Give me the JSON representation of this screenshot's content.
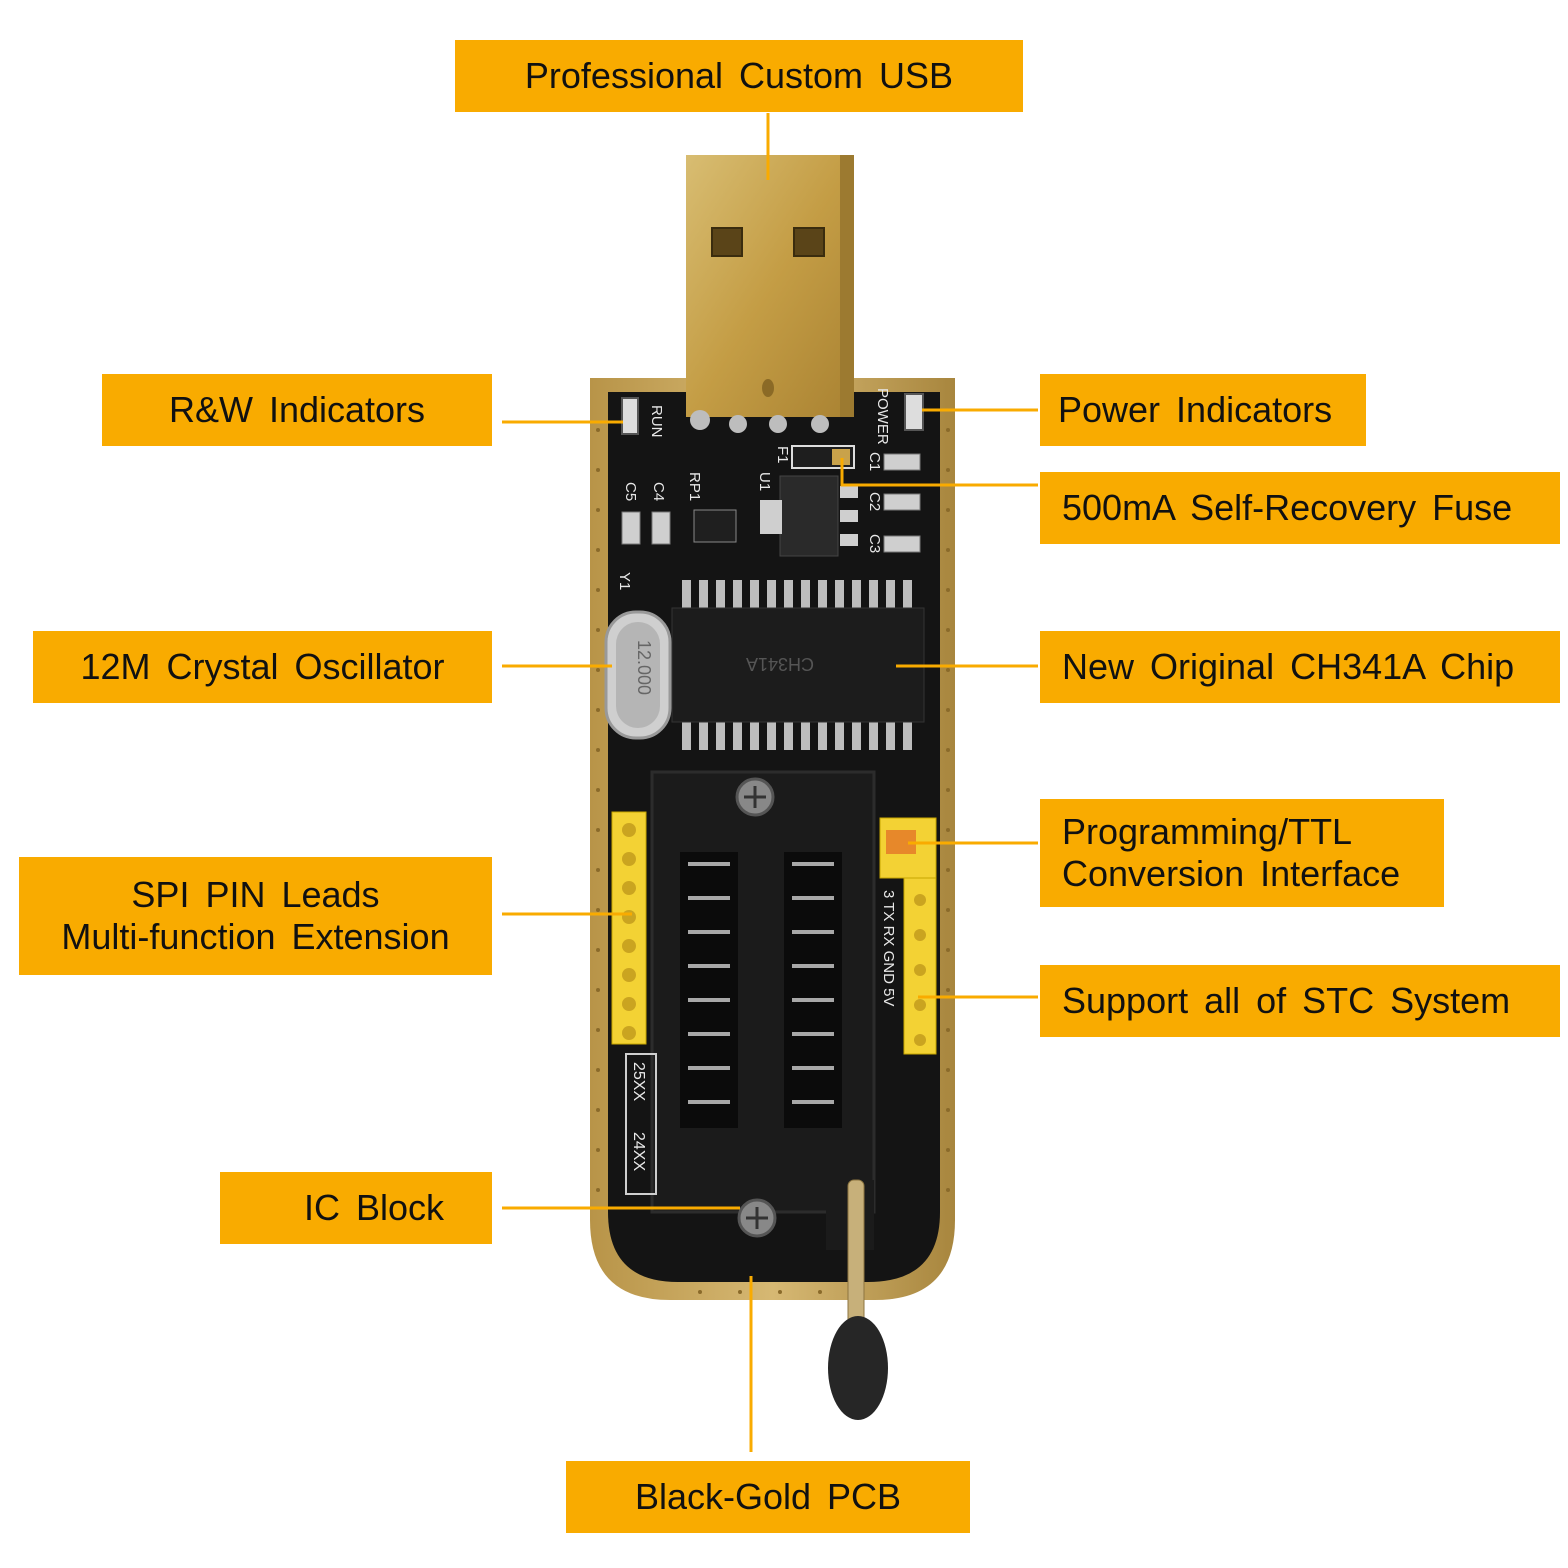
{
  "callouts": {
    "usb": "Professional Custom USB",
    "rw_indicators": "R&W Indicators",
    "power_indicators": "Power Indicators",
    "fuse": "500mA Self-Recovery Fuse",
    "crystal": "12M Crystal Oscillator",
    "chip": "New Original CH341A Chip",
    "programming_line1": "Programming/TTL",
    "programming_line2": "Conversion Interface",
    "spi_line1": "SPI PIN Leads",
    "spi_line2": "Multi-function Extension",
    "stc": "Support all of STC System",
    "ic_block": "IC Block",
    "pcb": "Black-Gold PCB"
  },
  "board": {
    "silk_run": "RUN",
    "silk_power": "POWER",
    "silk_f1": "F1",
    "silk_u1": "U1",
    "silk_rp1": "RP1",
    "silk_c1": "C1",
    "silk_c2": "C2",
    "silk_c3": "C3",
    "silk_c4": "C4",
    "silk_c5": "C5",
    "silk_y1": "Y1",
    "crystal_marking": "12.000",
    "chip_marking": "CH341A",
    "header_pins": "3 TX RX GND 5V",
    "socket_25xx": "25XX",
    "socket_24xx": "24XX"
  },
  "colors": {
    "callout": "#f9ab00",
    "pcb": "#111111",
    "gold": "#c9a24a"
  }
}
